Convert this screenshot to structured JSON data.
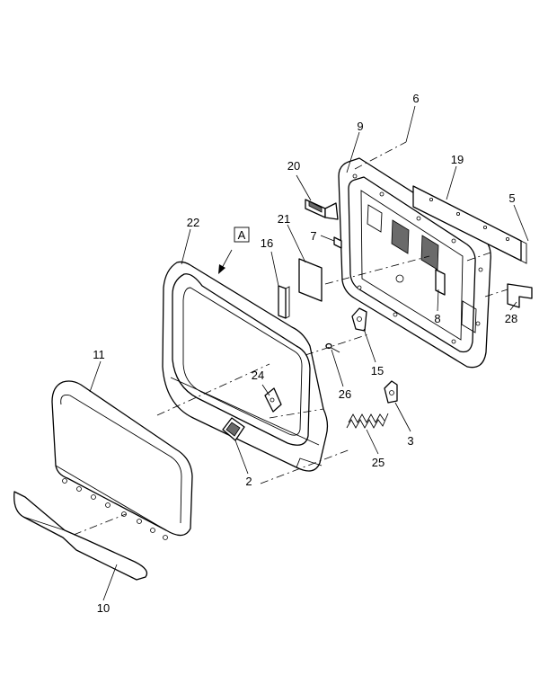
{
  "callouts": {
    "c2": "2",
    "c3": "3",
    "c5": "5",
    "c6": "6",
    "c7": "7",
    "c8": "8",
    "c9": "9",
    "c10": "10",
    "c11": "11",
    "c15": "15",
    "c16": "16",
    "c19": "19",
    "c20": "20",
    "c21": "21",
    "c22": "22",
    "c24": "24",
    "c25": "25",
    "c26": "26",
    "c28": "28"
  },
  "view_label": "A",
  "colors": {
    "line": "#000000",
    "background": "#ffffff",
    "shading": "#6a6a6a"
  }
}
